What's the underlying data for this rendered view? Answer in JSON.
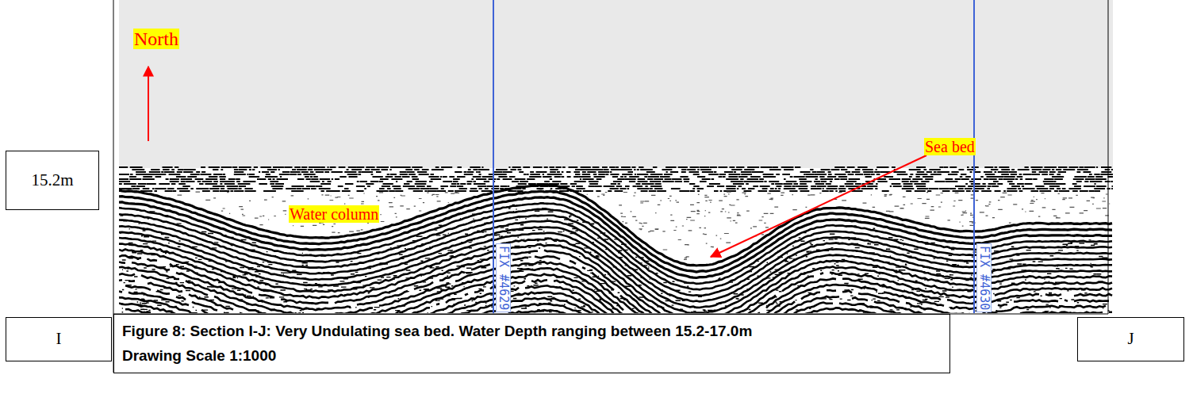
{
  "diagram": {
    "nodes": [
      {
        "text": [
          "15.2m"
        ]
      },
      {
        "text": [
          "I"
        ]
      },
      {
        "text": [
          "Figure 8: Section I-J: Very Undulating sea bed. Water Depth ranging between 15.2-17.0m",
          "Drawing Scale 1:1000"
        ]
      },
      {
        "text": [
          "J"
        ]
      }
    ],
    "labels": [
      "North",
      "Water column",
      "Sea bed",
      "FIX #4629",
      "FIX #4630"
    ]
  }
}
